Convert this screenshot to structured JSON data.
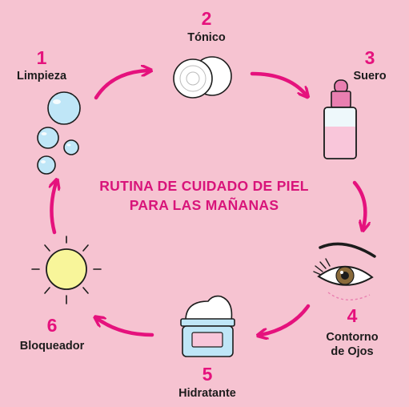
{
  "title": {
    "line1": "RUTINA DE CUIDADO DE PIEL",
    "line2": "PARA LAS MAÑANAS"
  },
  "steps": [
    {
      "number": "1",
      "label": "Limpieza",
      "icon": "bubbles-icon"
    },
    {
      "number": "2",
      "label": "Tónico",
      "icon": "cotton-pads-icon"
    },
    {
      "number": "3",
      "label": "Suero",
      "icon": "serum-bottle-icon"
    },
    {
      "number": "4",
      "label_line1": "Contorno",
      "label_line2": "de Ojos",
      "icon": "eye-icon"
    },
    {
      "number": "5",
      "label": "Hidratante",
      "icon": "cream-jar-icon"
    },
    {
      "number": "6",
      "label": "Bloqueador",
      "icon": "sun-icon"
    }
  ],
  "colors": {
    "background": "#f6c3d1",
    "accent": "#e5127d",
    "text": "#1c1c1c"
  }
}
